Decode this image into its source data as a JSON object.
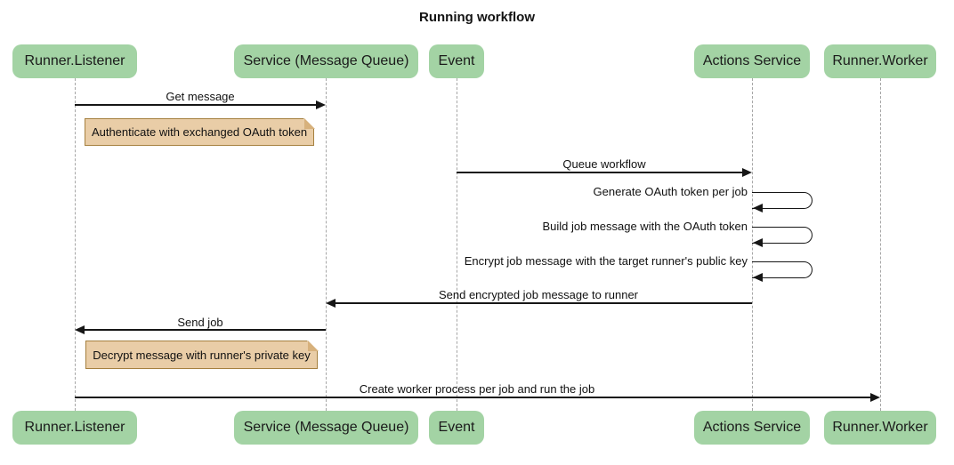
{
  "title": "Running workflow",
  "colors": {
    "background": "#ffffff",
    "participant_fill": "#a3d3a4",
    "note_fill": "#e9cda7",
    "note_border": "#a5803f",
    "note_fold": "#d7b17c",
    "lifeline": "#a6a6a6",
    "arrow": "#161616",
    "text": "#111111"
  },
  "participants": [
    {
      "label": "Runner.Listener"
    },
    {
      "label": "Service (Message Queue)"
    },
    {
      "label": "Event"
    },
    {
      "label": "Actions Service"
    },
    {
      "label": "Runner.Worker"
    }
  ],
  "messages": [
    {
      "label": "Get message",
      "from": "Runner.Listener",
      "to": "Service (Message Queue)",
      "kind": "solid-arrow"
    },
    {
      "label": "Queue workflow",
      "from": "Event",
      "to": "Actions Service",
      "kind": "solid-arrow"
    },
    {
      "label": "Generate OAuth token per job",
      "from": "Actions Service",
      "to": "Actions Service",
      "kind": "self-loop"
    },
    {
      "label": "Build job message with the OAuth token",
      "from": "Actions Service",
      "to": "Actions Service",
      "kind": "self-loop"
    },
    {
      "label": "Encrypt job message with the target runner's public key",
      "from": "Actions Service",
      "to": "Actions Service",
      "kind": "self-loop"
    },
    {
      "label": "Send encrypted job message to runner",
      "from": "Actions Service",
      "to": "Service (Message Queue)",
      "kind": "solid-arrow"
    },
    {
      "label": "Send job",
      "from": "Service (Message Queue)",
      "to": "Runner.Listener",
      "kind": "solid-arrow"
    },
    {
      "label": "Create worker process per job and run the job",
      "from": "Runner.Listener",
      "to": "Runner.Worker",
      "kind": "solid-arrow"
    }
  ],
  "notes": [
    {
      "label": "Authenticate with exchanged OAuth token",
      "position": "right of Runner.Listener"
    },
    {
      "label": "Decrypt message with runner's private key",
      "position": "right of Runner.Listener"
    }
  ]
}
